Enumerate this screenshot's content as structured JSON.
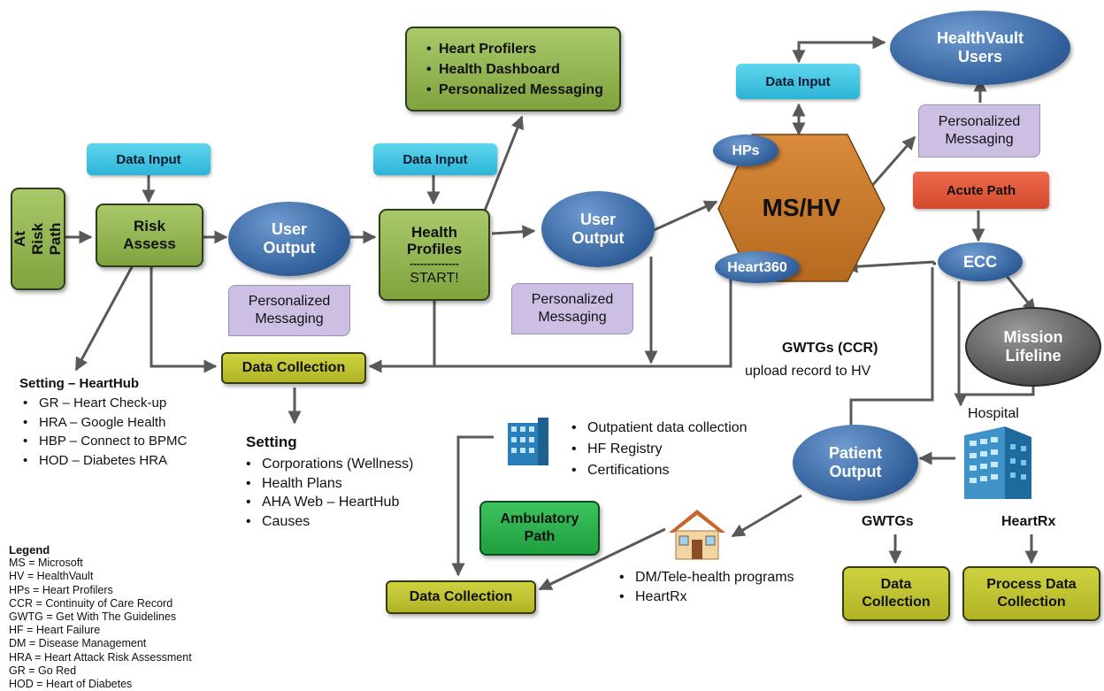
{
  "nodes": {
    "at_risk_path": "At Risk Path",
    "data_input_1": "Data Input",
    "risk_assess": "Risk Assess",
    "user_output_1": "User Output",
    "data_input_2": "Data Input",
    "health_profiles": "Health Profiles",
    "health_profiles_divider": "--------------",
    "health_profiles_start": "START!",
    "user_output_2": "User Output",
    "profilers_box": [
      "Heart Profilers",
      "Health Dashboard",
      "Personalized Messaging"
    ],
    "data_input_3": "Data Input",
    "healthvault_users": "HealthVault Users",
    "ms_hv": "MS/HV",
    "hps": "HPs",
    "heart360": "Heart360",
    "personalized_messaging_top": "Personalized Messaging",
    "acute_path": "Acute Path",
    "ecc": "ECC",
    "mission_lifeline": "Mission Lifeline",
    "personalized_messaging_1": "Personalized Messaging",
    "personalized_messaging_2": "Personalized Messaging",
    "data_collection_main": "Data Collection",
    "patient_output": "Patient Output",
    "ambulatory_path": "Ambulatory Path",
    "data_collection_bottom": "Data Collection",
    "data_collection_gwtgs": "Data Collection",
    "process_data_collection": "Process Data Collection"
  },
  "labels": {
    "gwtgs_ccr_title": "GWTGs (CCR)",
    "gwtgs_ccr_sub": "upload record to HV",
    "hospital": "Hospital",
    "gwtgs": "GWTGs",
    "heartrx": "HeartRx",
    "setting_hearthub_title": "Setting – HeartHub",
    "setting_title": "Setting"
  },
  "setting_hearthub_items": [
    "GR – Heart Check-up",
    "HRA – Google Health",
    "HBP – Connect to BPMC",
    "HOD – Diabetes HRA"
  ],
  "setting_items": [
    "Corporations (Wellness)",
    "Health Plans",
    "AHA Web – HeartHub",
    "Causes"
  ],
  "outpatient_items": [
    "Outpatient data collection",
    "HF Registry",
    "Certifications"
  ],
  "dm_items": [
    "DM/Tele-health programs",
    "HeartRx"
  ],
  "legend": {
    "title": "Legend",
    "items": [
      "MS = Microsoft",
      "HV = HealthVault",
      "HPs = Heart Profilers",
      "CCR = Continuity of Care Record",
      "GWTG = Get With The Guidelines",
      "HF = Heart Failure",
      "DM = Disease Management",
      "HRA = Heart Attack Risk Assessment",
      "GR = Go Red",
      "HOD = Heart of Diabetes"
    ]
  },
  "colors": {
    "green_box": "#8fb04e",
    "cyan_box": "#3fc3e0",
    "ellipse_blue": "#3a69a6",
    "hexagon": "#c87a2a",
    "lavender": "#cdbfe4",
    "olive": "#c3c533",
    "acute_red": "#e0553a",
    "ambulatory_green": "#27b24a",
    "mission_gray": "#7a7a7a"
  }
}
